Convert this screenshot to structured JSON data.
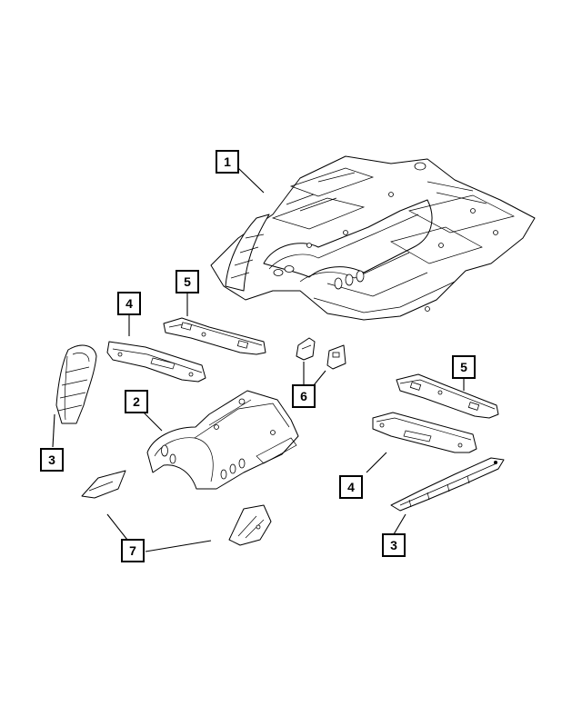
{
  "callouts": {
    "part_1": "1",
    "part_2": "2",
    "part_3_left": "3",
    "part_3_right": "3",
    "part_4_left": "4",
    "part_4_right": "4",
    "part_5_left": "5",
    "part_5_right": "5",
    "part_6": "6",
    "part_7": "7"
  }
}
